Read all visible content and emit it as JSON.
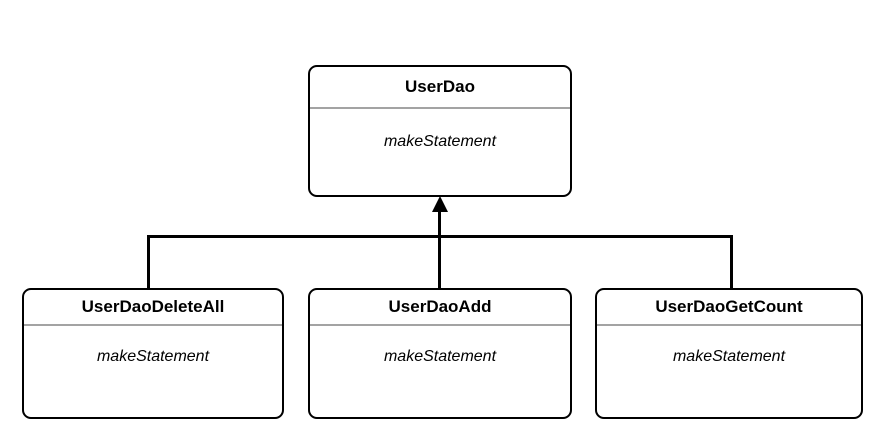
{
  "diagram": {
    "type": "uml-class-diagram",
    "relationship": "inheritance",
    "parent": {
      "title": "UserDao",
      "method": "makeStatement"
    },
    "children": [
      {
        "title": "UserDaoDeleteAll",
        "method": "makeStatement"
      },
      {
        "title": "UserDaoAdd",
        "method": "makeStatement"
      },
      {
        "title": "UserDaoGetCount",
        "method": "makeStatement"
      }
    ],
    "colors": {
      "background": "#ffffff",
      "box_border": "#000000",
      "separator": "#a3a3a3",
      "connector": "#000000",
      "text": "#000000"
    }
  }
}
